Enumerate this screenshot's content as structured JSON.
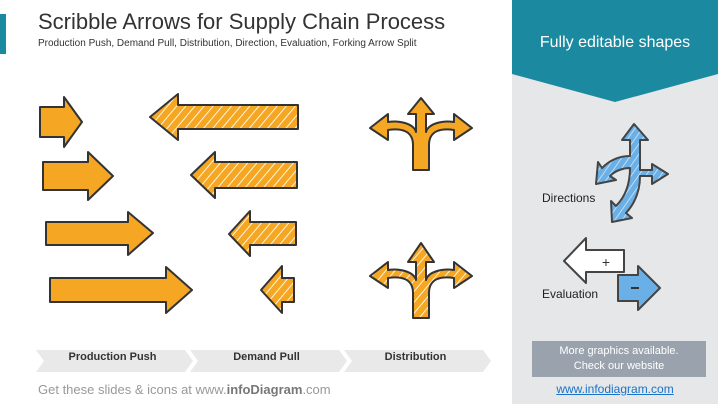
{
  "header": {
    "title": "Scribble Arrows for Supply Chain Process",
    "subtitle": "Production Push, Demand Pull, Distribution, Direction, Evaluation, Forking Arrow Split"
  },
  "categories": [
    {
      "label": "Production Push"
    },
    {
      "label": "Demand Pull"
    },
    {
      "label": "Distribution"
    }
  ],
  "footer": {
    "prefix": "Get these slides & icons at www.",
    "brand": "infoDiagram",
    "suffix": ".com"
  },
  "sidebar": {
    "heading": "Fully editable shapes",
    "directions_label": "Directions",
    "evaluation_label": "Evaluation",
    "more_line1": "More graphics available.",
    "more_line2": "Check our website",
    "link": "www.infodiagram.com"
  },
  "colors": {
    "accent": "#1b8aa0",
    "arrow_orange": "#f5a623",
    "arrow_blue": "#6ab0e6",
    "side_bg": "#e6e7e9"
  }
}
